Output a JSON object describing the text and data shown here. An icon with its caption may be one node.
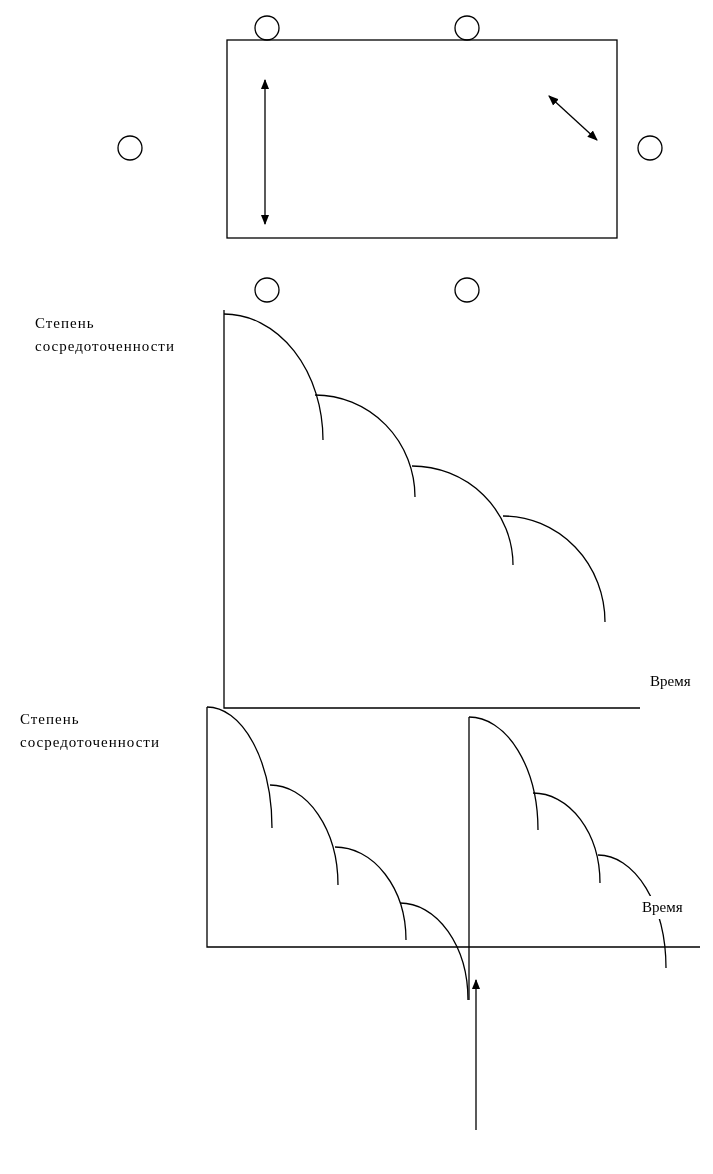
{
  "diagram": {
    "labels": [
      "Степень сосредоточенности",
      "Время",
      "Степень сосредоточенности",
      "Время"
    ]
  }
}
